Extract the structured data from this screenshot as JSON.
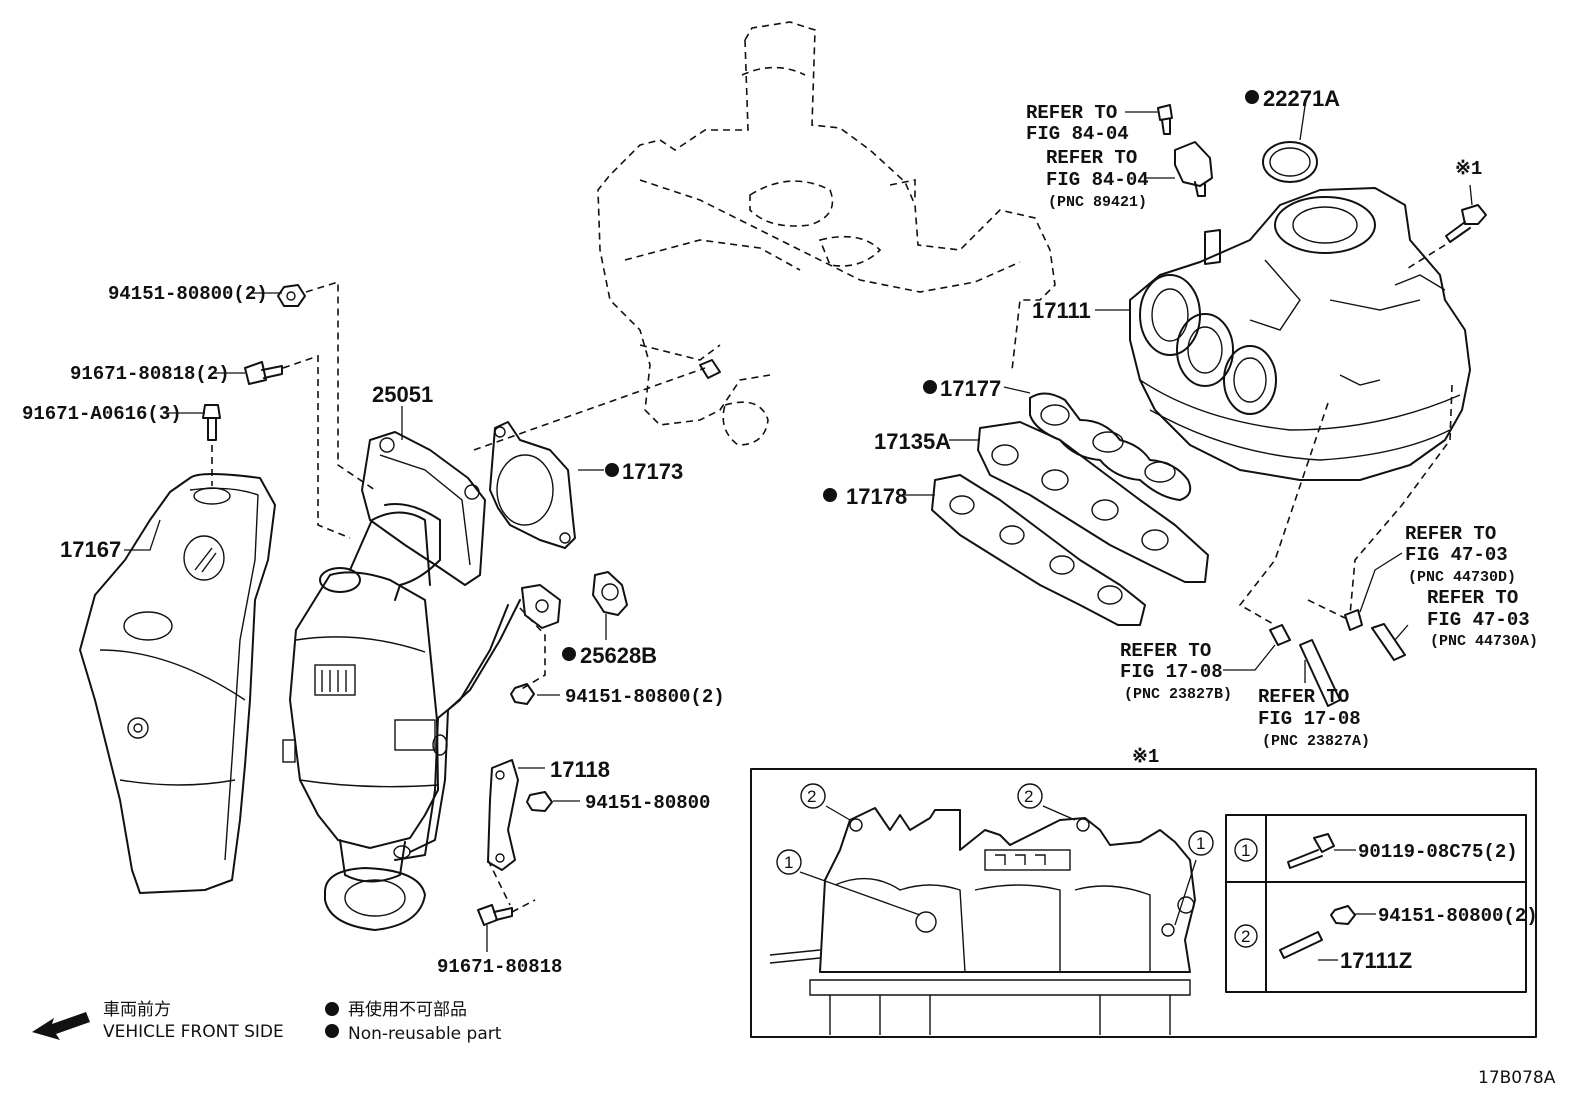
{
  "labels": {
    "p94151_80800_2_top": "94151-80800(2)",
    "p91671_80818_2": "91671-80818(2)",
    "p91671_A0616_3": "91671-A0616(3)",
    "p25051": "25051",
    "p17167": "17167",
    "p17173": "17173",
    "p25628B": "25628B",
    "p94151_80800_2_mid": "94151-80800(2)",
    "p17118": "17118",
    "p94151_80800": "94151-80800",
    "p91671_80818": "91671-80818",
    "p17111": "17111",
    "p17177": "17177",
    "p17135A": "17135A",
    "p17178": "17178",
    "p22271A": "22271A",
    "marker_1": "※1",
    "marker_1_inset": "※1",
    "p90119_08C75_2": "90119-08C75(2)",
    "p94151_80800_2_inset": "94151-80800(2)",
    "p17111Z": "17111Z",
    "circle_1": "1",
    "circle_2": "2"
  },
  "refs": {
    "refer_to": "REFER TO",
    "fig_84_04": "FIG 84-04",
    "pnc_89421": "(PNC 89421)",
    "fig_47_03": "FIG 47-03",
    "pnc_44730D": "(PNC 44730D)",
    "pnc_44730A": "(PNC 44730A)",
    "fig_17_08": "FIG 17-08",
    "pnc_23827B": "(PNC 23827B)",
    "pnc_23827A": "(PNC 23827A)"
  },
  "legend": {
    "direction_jp": "車両前方",
    "direction_en": "VEHICLE FRONT SIDE",
    "nonreusable_jp": "再使用不可部品",
    "nonreusable_en": "Non-reusable part"
  },
  "figure_code": "17B078A"
}
